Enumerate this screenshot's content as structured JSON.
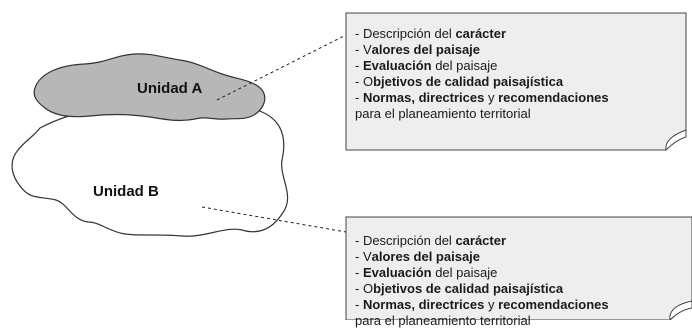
{
  "units": {
    "a": {
      "label": "Unidad A",
      "fill": "#b7b7b7"
    },
    "b": {
      "label": "Unidad B",
      "fill": "#ffffff"
    }
  },
  "note_fill": "#eeeeee",
  "note_a": {
    "lines": [
      [
        {
          "t": "- Descripción del ",
          "b": false
        },
        {
          "t": "carácter",
          "b": true
        }
      ],
      [
        {
          "t": "- V",
          "b": false
        },
        {
          "t": "alores del paisaje",
          "b": true
        }
      ],
      [
        {
          "t": "- ",
          "b": false
        },
        {
          "t": "Evaluación",
          "b": true
        },
        {
          "t": " del paisaje",
          "b": false
        }
      ],
      [
        {
          "t": "- O",
          "b": false
        },
        {
          "t": "bjetivos de calidad paisajística",
          "b": true
        }
      ],
      [
        {
          "t": "- ",
          "b": false
        },
        {
          "t": "Normas, directrices",
          "b": true
        },
        {
          "t": " y ",
          "b": false
        },
        {
          "t": "recomendaciones",
          "b": true
        }
      ],
      [
        {
          "t": "para el planeamiento territorial",
          "b": false
        }
      ]
    ]
  },
  "note_b": {
    "lines": [
      [
        {
          "t": "- Descripción del ",
          "b": false
        },
        {
          "t": "carácter",
          "b": true
        }
      ],
      [
        {
          "t": "- V",
          "b": false
        },
        {
          "t": "alores del paisaje",
          "b": true
        }
      ],
      [
        {
          "t": "- ",
          "b": false
        },
        {
          "t": "Evaluación",
          "b": true
        },
        {
          "t": " del paisaje",
          "b": false
        }
      ],
      [
        {
          "t": "- O",
          "b": false
        },
        {
          "t": "bjetivos de calidad paisajística",
          "b": true
        }
      ],
      [
        {
          "t": "- ",
          "b": false
        },
        {
          "t": "Normas, directrices",
          "b": true
        },
        {
          "t": " y ",
          "b": false
        },
        {
          "t": "recomendaciones",
          "b": true
        }
      ],
      [
        {
          "t": "para el planeamiento territorial",
          "b": false
        }
      ]
    ]
  }
}
